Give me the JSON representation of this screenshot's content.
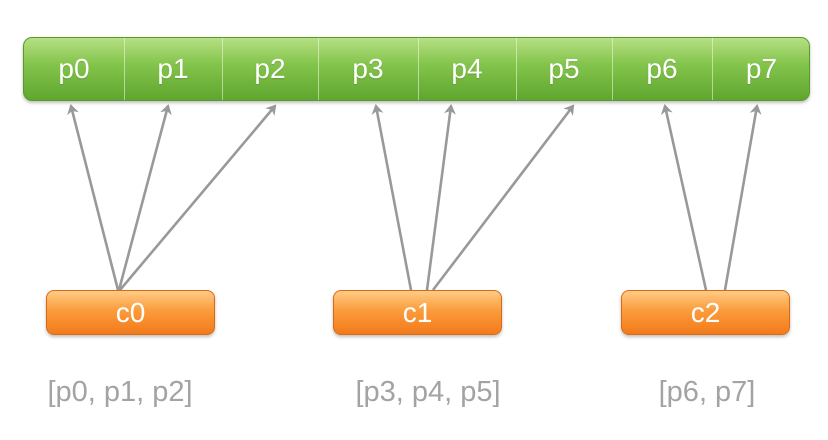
{
  "partitions": [
    {
      "label": "p0"
    },
    {
      "label": "p1"
    },
    {
      "label": "p2"
    },
    {
      "label": "p3"
    },
    {
      "label": "p4"
    },
    {
      "label": "p5"
    },
    {
      "label": "p6"
    },
    {
      "label": "p7"
    }
  ],
  "consumers": [
    {
      "label": "c0",
      "assignment": "[p0, p1, p2]"
    },
    {
      "label": "c1",
      "assignment": "[p3, p4, p5]"
    },
    {
      "label": "c2",
      "assignment": "[p6, p7]"
    }
  ],
  "assignments": [
    {
      "consumer": "c0",
      "partitions": [
        "p0",
        "p1",
        "p2"
      ]
    },
    {
      "consumer": "c1",
      "partitions": [
        "p3",
        "p4",
        "p5"
      ]
    },
    {
      "consumer": "c2",
      "partitions": [
        "p6",
        "p7"
      ]
    }
  ],
  "colors": {
    "partition_fill": "#84c44c",
    "consumer_fill": "#f9953a",
    "arrow": "#999999",
    "label_text": "#a3a3a3"
  }
}
